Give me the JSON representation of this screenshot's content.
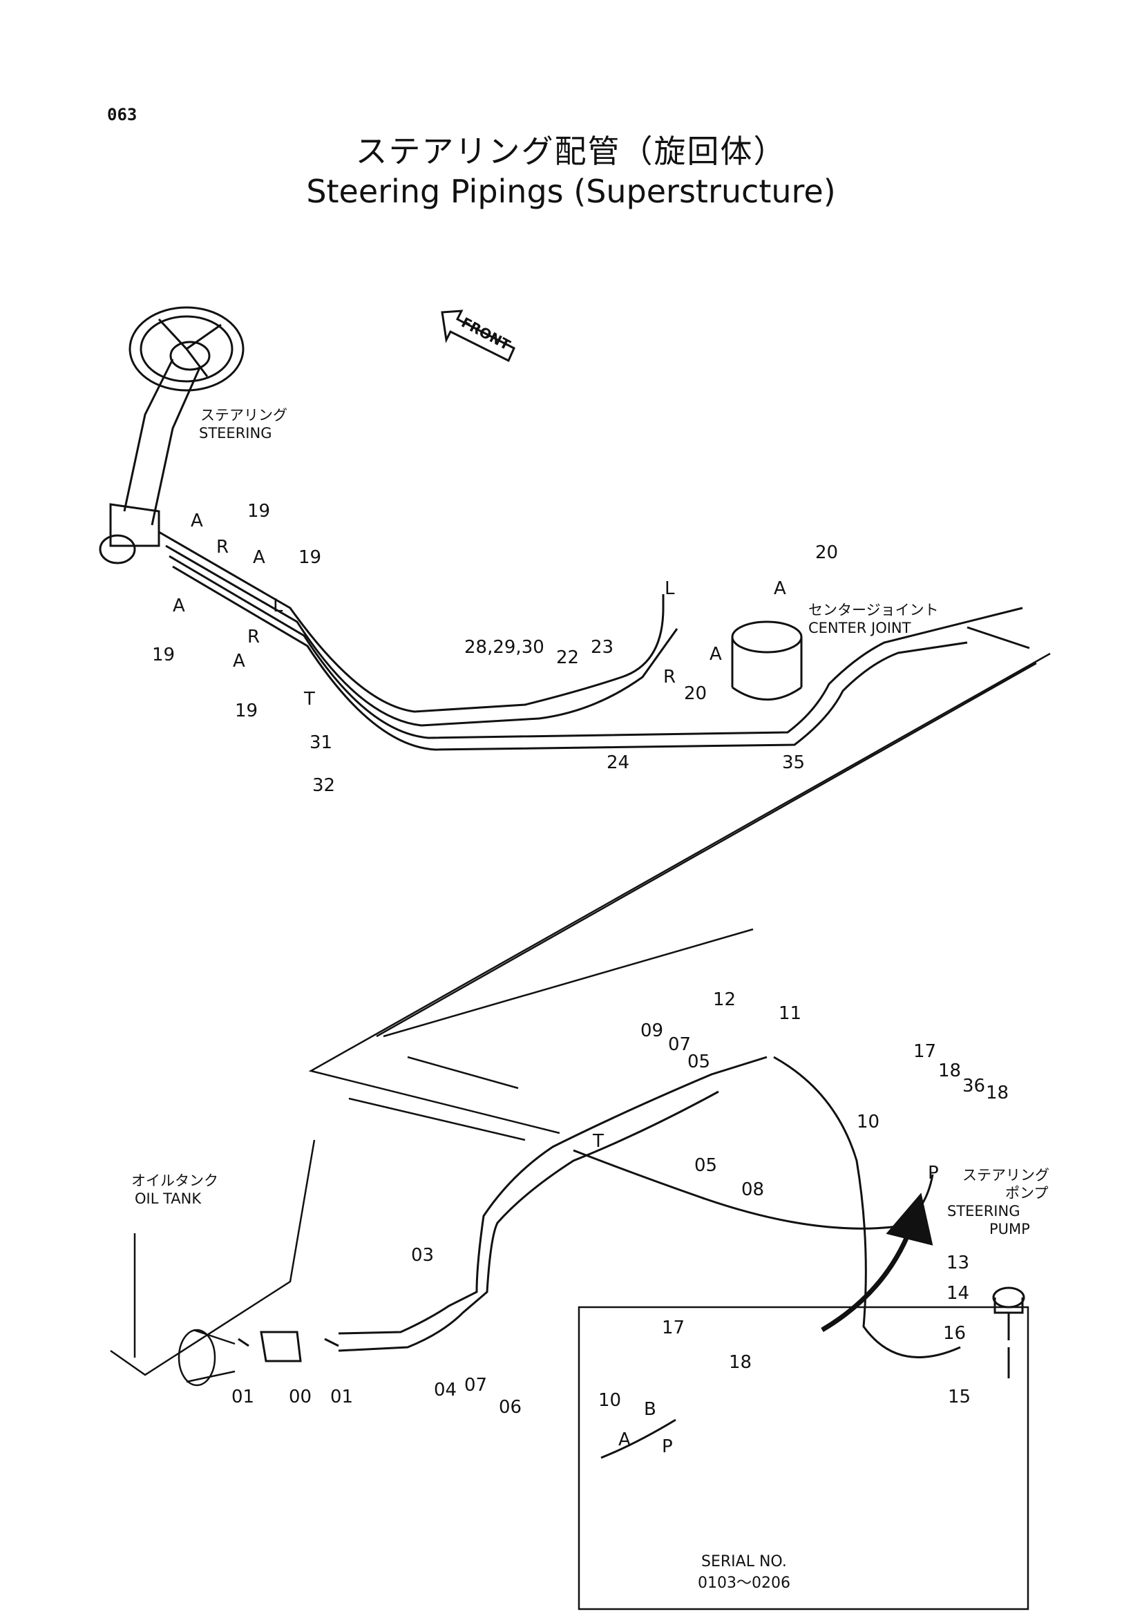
{
  "page_number": "063",
  "title_jp": "ステアリング配管（旋回体）",
  "title_en": "Steering Pipings (Superstructure)",
  "front_label": "FRONT",
  "labels": {
    "steering_jp": "ステアリング",
    "steering_en": "STEERING",
    "center_joint_jp": "センタージョイント",
    "center_joint_en": "CENTER  JOINT",
    "oil_tank_jp": "オイルタンク",
    "oil_tank_en": "OIL  TANK",
    "steering_pump_jp1": "ステアリング",
    "steering_pump_jp2": "ポンプ",
    "steering_pump_en1": "STEERING",
    "steering_pump_en2": "PUMP",
    "serial_label": "SERIAL NO.",
    "serial_range": "0103～0206"
  },
  "callouts": {
    "p19a": "19",
    "p19b": "19",
    "p19c": "19",
    "p19d": "19",
    "pA1": "A",
    "pA2": "A",
    "pA3": "A",
    "pA4": "A",
    "pA5": "A",
    "pA6": "A",
    "pR1": "R",
    "pR2": "R",
    "pR3": "R",
    "pL1": "L",
    "pL2": "L",
    "pT1": "T",
    "pT2": "T",
    "p20a": "20",
    "p20b": "20",
    "p22": "22",
    "p23": "23",
    "p24": "24",
    "p28": "28,29,30",
    "p31": "31",
    "p32": "32",
    "p35": "35",
    "p00": "00",
    "p01a": "01",
    "p01b": "01",
    "p03": "03",
    "p04": "04",
    "p05a": "05",
    "p05b": "05",
    "p06": "06",
    "p07a": "07",
    "p07b": "07",
    "p08": "08",
    "p09": "09",
    "p10": "10",
    "p11": "11",
    "p12": "12",
    "p13": "13",
    "p14": "14",
    "p15": "15",
    "p16": "16",
    "p17": "17",
    "p18a": "18",
    "p18b": "18",
    "p36": "36",
    "pP": "P",
    "in17": "17",
    "in18": "18",
    "in10": "10",
    "inB": "B",
    "inA": "A",
    "inP": "P"
  }
}
